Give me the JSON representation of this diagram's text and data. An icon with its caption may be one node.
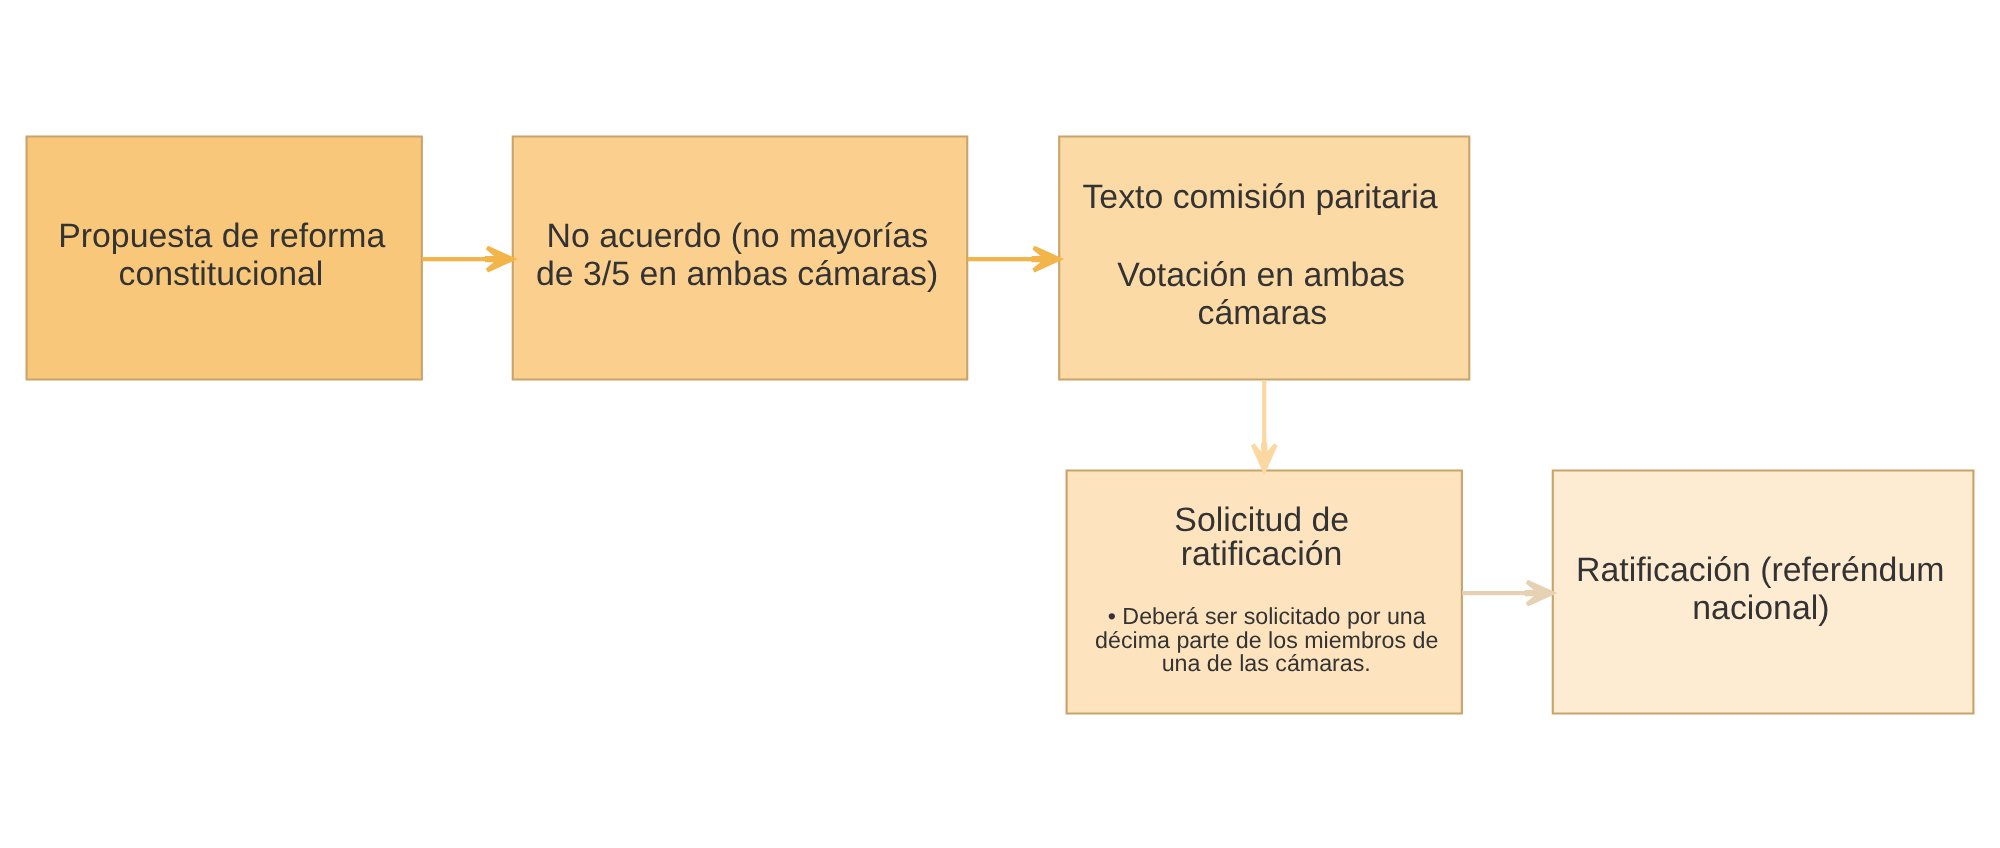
{
  "diagram": {
    "nodes": [
      {
        "text": [
          "Propuesta de reforma constitucional"
        ]
      },
      {
        "text": [
          "No acuerdo (no mayorías de 3/5 en ambas cámaras)"
        ]
      },
      {
        "text": [
          "Texto comisión paritaria",
          "Votación en ambas cámaras"
        ]
      },
      {
        "text": [
          "Solicitud de ratificación",
          "• Deberá ser solicitado por una décima parte de los miembros de una de las cámaras."
        ]
      },
      {
        "text": [
          "Ratificación (referéndum nacional)"
        ]
      }
    ],
    "edges": [
      {
        "from": 0,
        "to": 1,
        "arrow": "to"
      },
      {
        "from": 1,
        "to": 2,
        "arrow": "to"
      },
      {
        "from": 2,
        "to": 3,
        "arrow": "to",
        "color": "#fbd8a0"
      },
      {
        "from": 3,
        "to": 4,
        "arrow": "to",
        "color": "#e6d2b2"
      }
    ]
  }
}
